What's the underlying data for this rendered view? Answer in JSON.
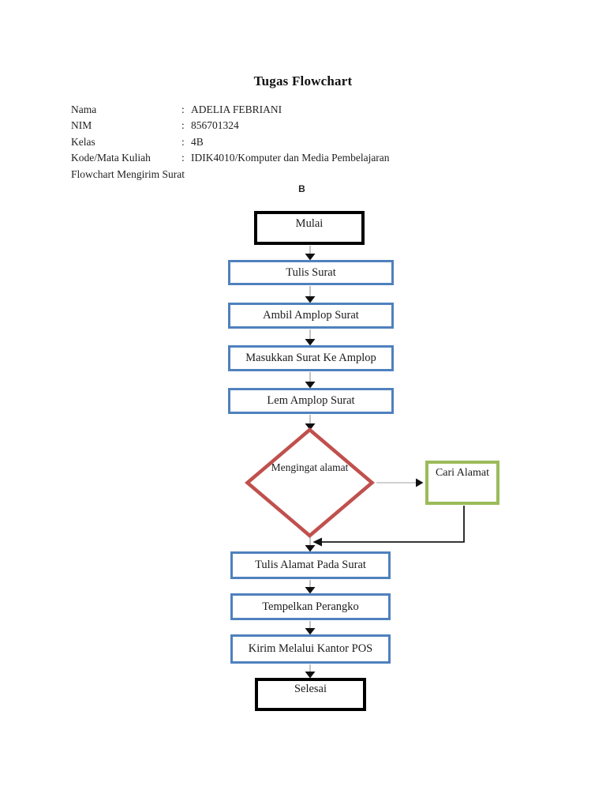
{
  "page": {
    "title": "Tugas Flowchart",
    "info": [
      {
        "label": "Nama",
        "sep": ":",
        "value": "ADELIA FEBRIANI"
      },
      {
        "label": "NIM",
        "sep": ":",
        "value": "856701324"
      },
      {
        "label": "Kelas",
        "sep": ":",
        "value": "4B"
      },
      {
        "label": "Kode/Mata Kuliah",
        "sep": ":",
        "value": "IDIK4010/Komputer dan Media Pembelajaran"
      }
    ],
    "subtitle": "Flowchart Mengirim Surat",
    "connector_label": "B"
  },
  "flowchart": {
    "nodes": {
      "start": "Mulai",
      "p1": "Tulis Surat",
      "p2": "Ambil Amplop Surat",
      "p3": "Masukkan Surat Ke Amplop",
      "p4": "Lem Amplop Surat",
      "decision": "Mengingat alamat",
      "side": "Cari Alamat",
      "p5": "Tulis Alamat Pada Surat",
      "p6": "Tempelkan Perangko",
      "p7": "Kirim Melalui Kantor POS",
      "end": "Selesai"
    },
    "colors": {
      "process_border": "#4F81BD",
      "terminator_border": "#000000",
      "decision_border": "#C0504D",
      "side_border": "#9BBB59",
      "connector_line": "#A8A8A8",
      "arrowhead": "#111111"
    }
  }
}
